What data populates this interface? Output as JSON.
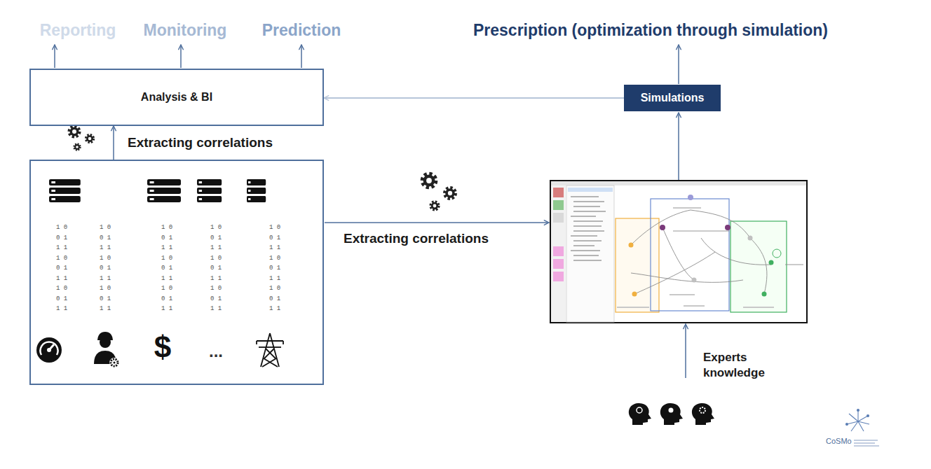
{
  "diagram": {
    "nodes": [
      {
        "text": [
          "Analysis & BI"
        ]
      },
      {
        "text": [
          "Simulations"
        ]
      },
      {
        "text": [
          "1 0 0 1 1 1 1 0 0 1 1 1 1 0 0 1 1 1",
          "1 0 0 1 1 1 1 0 0 1 1 1 1 0 0 1 1 1",
          "1 0 0 1 1 1 1 0 0 1 1 1 1 0 0 1 1 1",
          "1 0 0 1 1 1 1 0 0 1 1 1 1 0 0 1 1 1",
          "1 0 0 1 1 1 1 0 0 1 1 1 1 0 0 1 1 1"
        ]
      }
    ],
    "edges": [
      {
        "from": 2,
        "to": 0,
        "arrow": "to",
        "label": "Extracting correlations"
      },
      {
        "from": 1,
        "to": 0,
        "arrow": "to"
      }
    ],
    "labels": [
      "Reporting",
      "Monitoring",
      "Prediction",
      "Prescription (optimization through simulation)",
      "Extracting correlations",
      "$",
      "...",
      "Experts knowledge",
      "CoSMo"
    ]
  }
}
